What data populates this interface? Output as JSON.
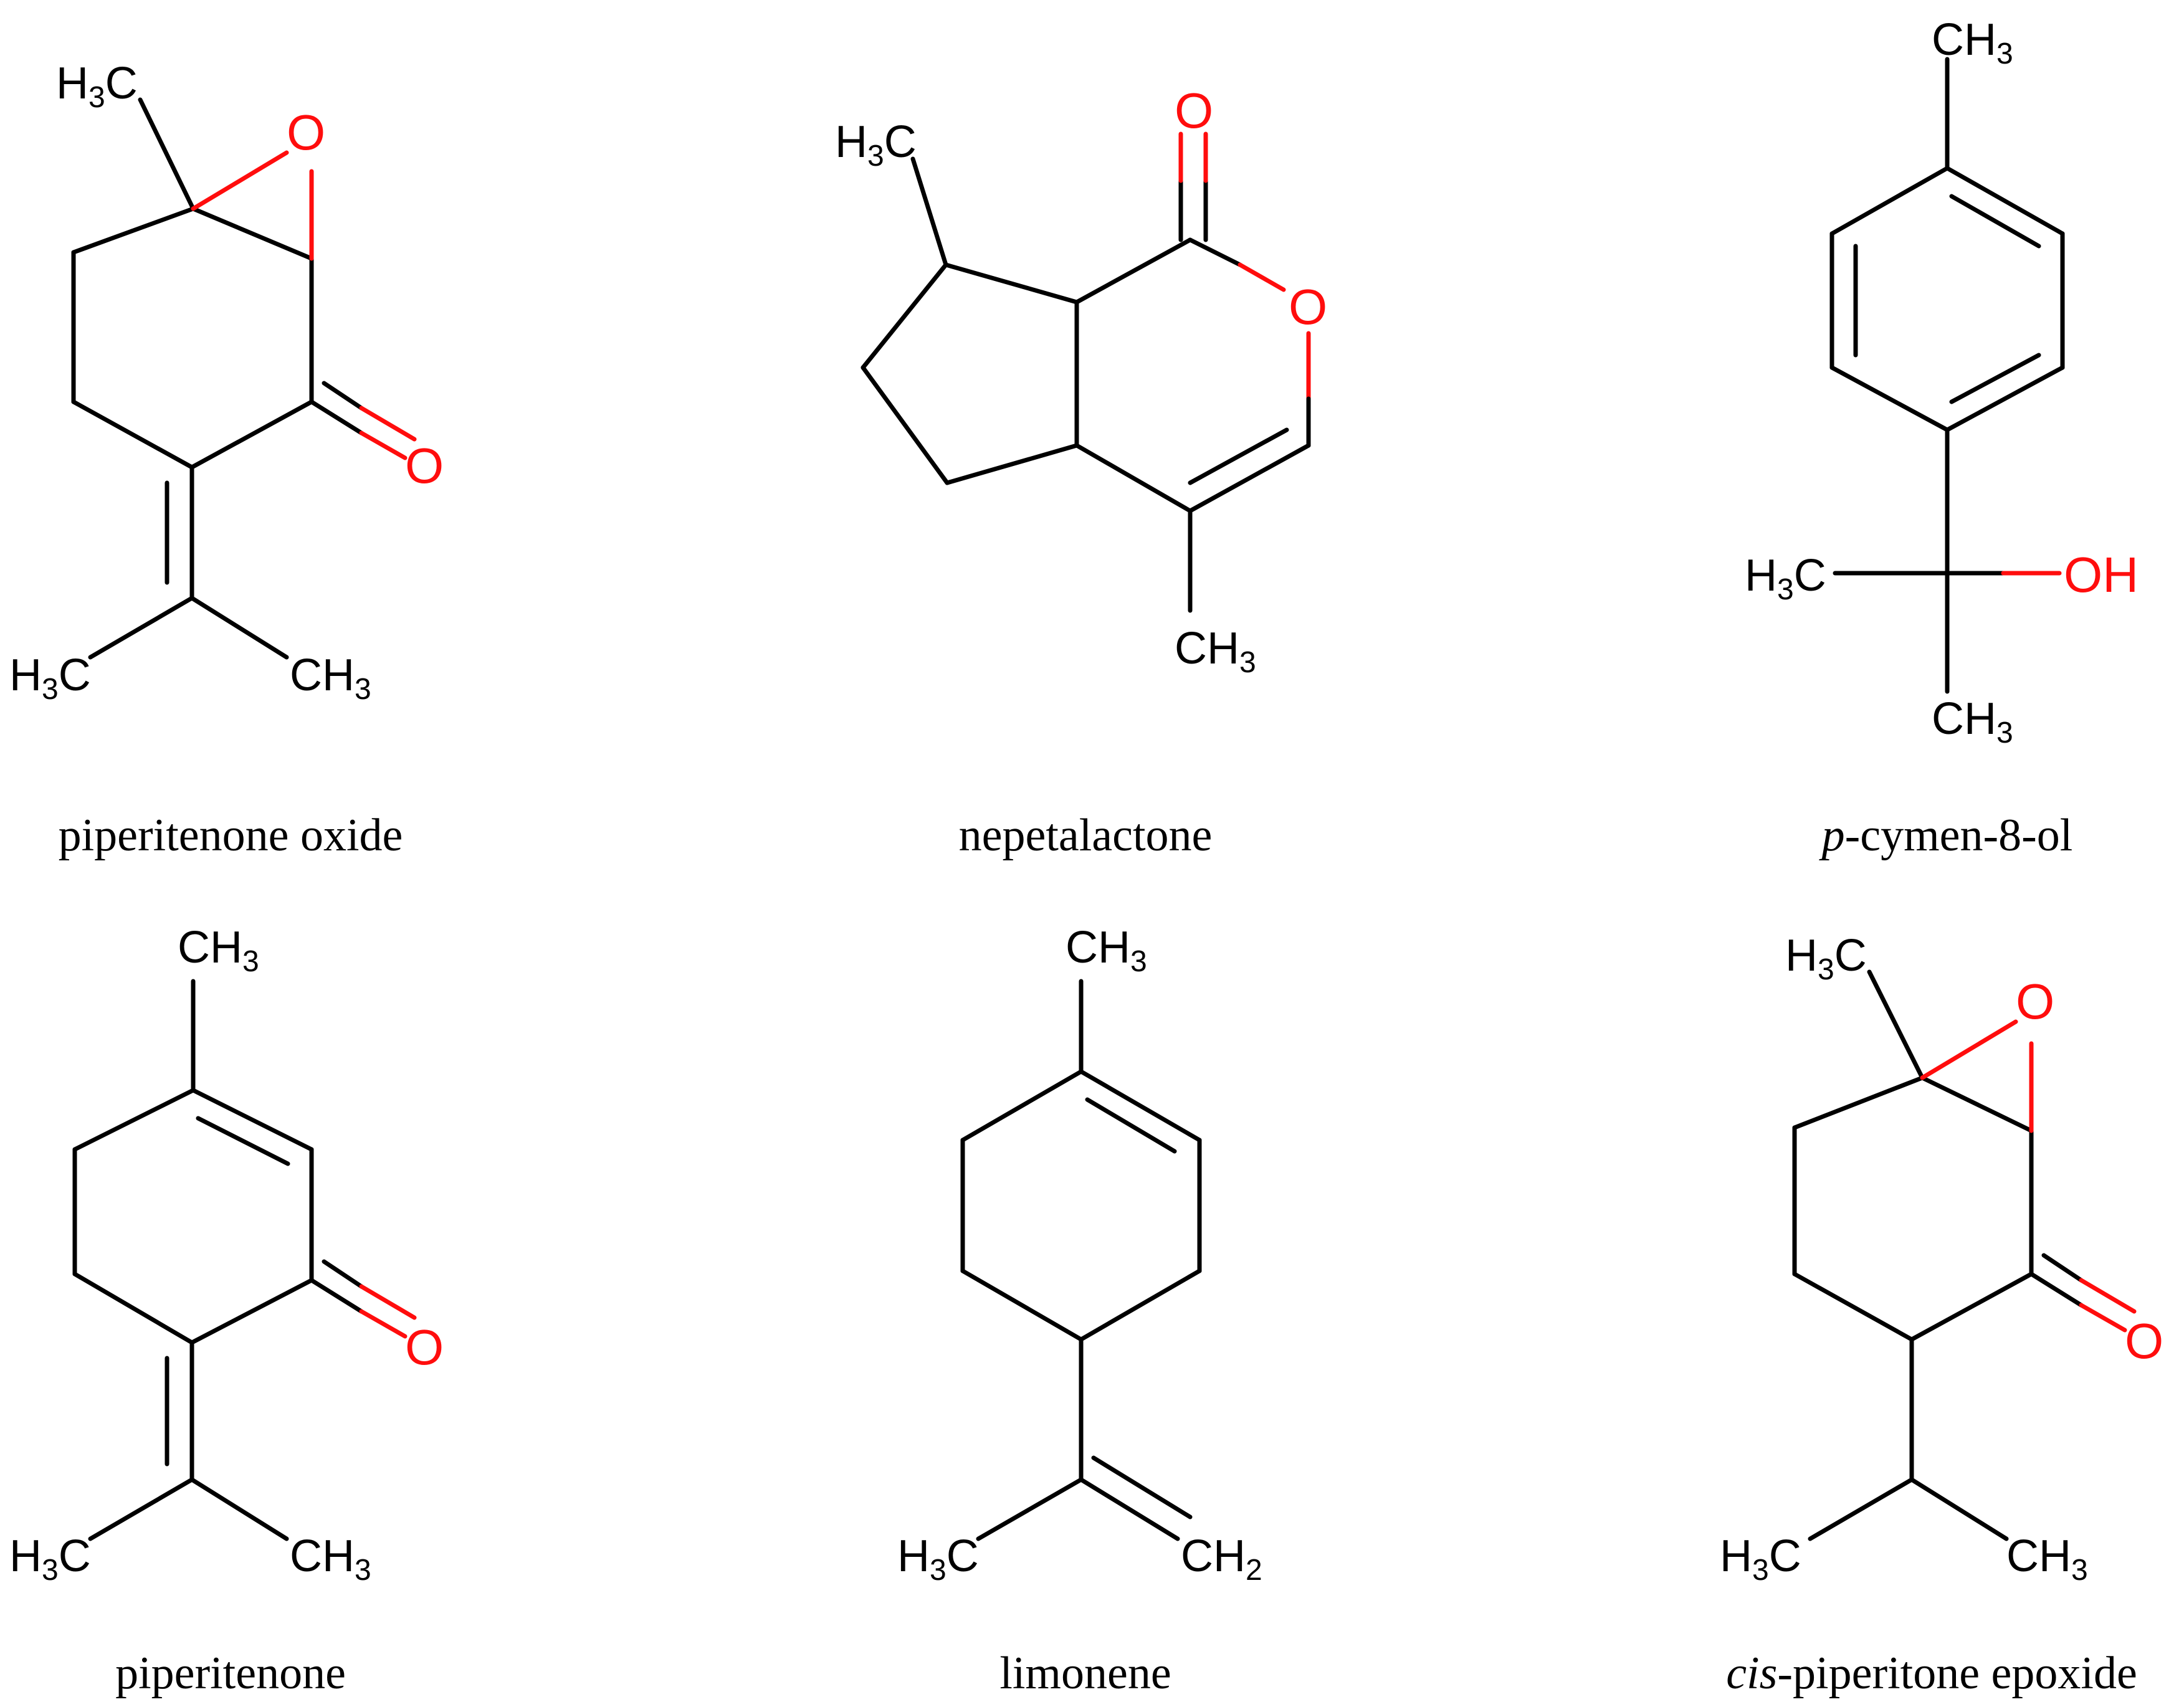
{
  "colors": {
    "bond": "#000000",
    "oxygen": "#ff0d0d",
    "background": "#ffffff"
  },
  "atoms": {
    "carbon_main": "C",
    "hydrogen": "H",
    "subscript_3": "3",
    "subscript_2": "2",
    "oxygen": "O",
    "hydroxyl": "OH"
  },
  "structures": [
    {
      "id": "piperitenone-oxide",
      "name": "piperitenone oxide",
      "prefix": "",
      "suffix": ""
    },
    {
      "id": "nepetalactone",
      "name": "nepetalactone",
      "prefix": "",
      "suffix": ""
    },
    {
      "id": "p-cymen-8-ol",
      "name": "",
      "prefix": "p",
      "suffix": "-cymen-8-ol"
    },
    {
      "id": "piperitenone",
      "name": "piperitenone",
      "prefix": "",
      "suffix": ""
    },
    {
      "id": "limonene",
      "name": "limonene",
      "prefix": "",
      "suffix": ""
    },
    {
      "id": "cis-piperitone-epoxide",
      "name": "",
      "prefix": "cis",
      "suffix": "-piperitone epoxide"
    }
  ]
}
